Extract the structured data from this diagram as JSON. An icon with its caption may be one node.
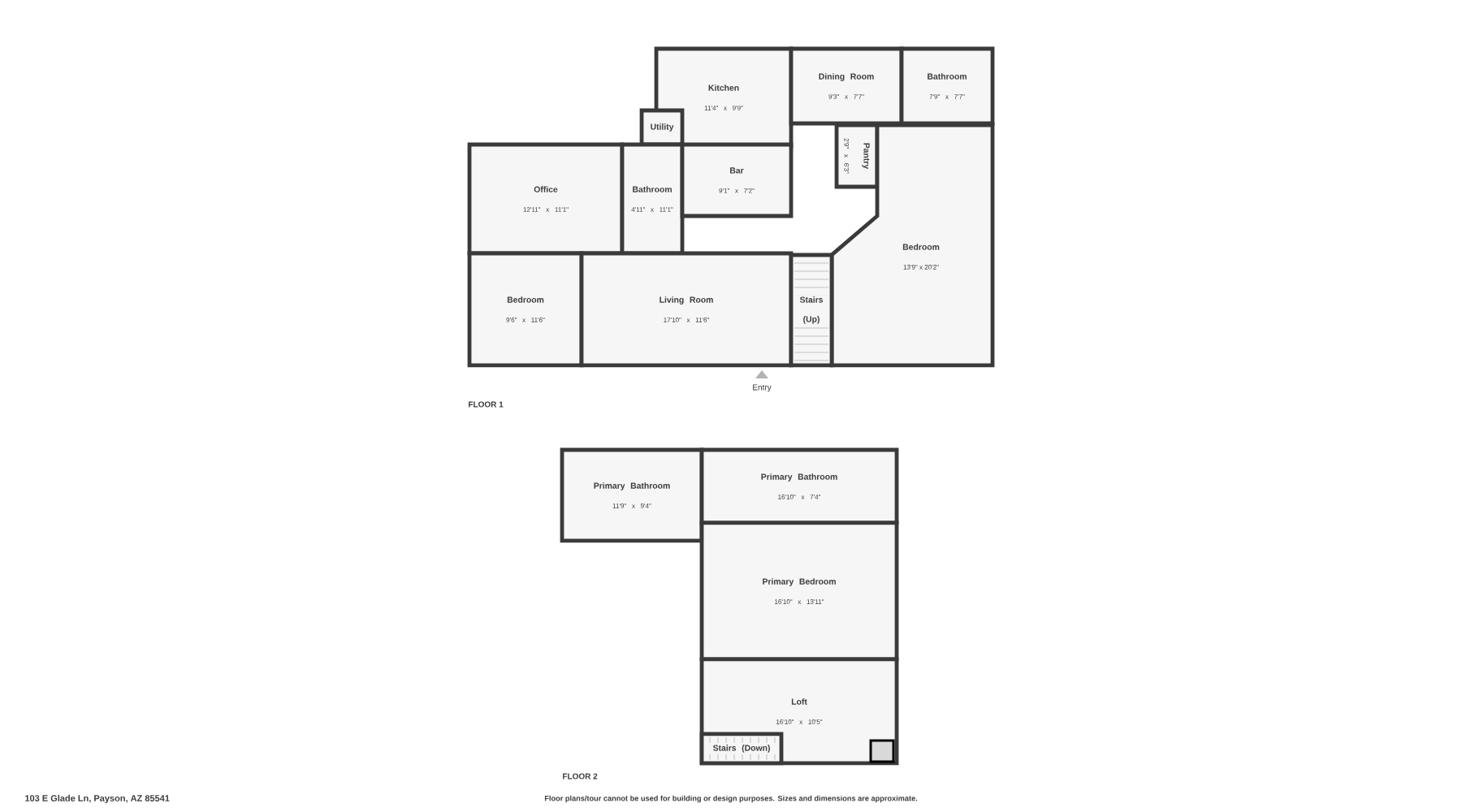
{
  "diagram": {
    "nodes": [
      {
        "text": [
          "Kitchen",
          "11'4\" x 9'9\""
        ]
      },
      {
        "text": [
          "Dining Room",
          "9'3\" x 7'7\""
        ]
      },
      {
        "text": [
          "Bathroom",
          "7'9\" x 7'7\""
        ]
      },
      {
        "text": [
          "Utility"
        ]
      },
      {
        "text": [
          "Pantry",
          "2'9\" x 6'3\""
        ]
      },
      {
        "text": [
          "Office",
          "12'11\" x 11'1\""
        ]
      },
      {
        "text": [
          "Bathroom",
          "4'11\" x 11'1\""
        ]
      },
      {
        "text": [
          "Bar",
          "9'1\" x 7'2\""
        ]
      },
      {
        "text": [
          "Bedroom",
          "13'9\" x 20'2\""
        ]
      },
      {
        "text": [
          "Bedroom",
          "9'6\" x 11'6\""
        ]
      },
      {
        "text": [
          "Living Room",
          "17'10\" x 11'6\""
        ]
      },
      {
        "text": [
          "Stairs (Up)"
        ]
      },
      {
        "text": [
          "Primary Bathroom",
          "11'9\" x 9'4\""
        ]
      },
      {
        "text": [
          "Primary Bathroom",
          "16'10\" x 7'4\""
        ]
      },
      {
        "text": [
          "Primary Bedroom",
          "16'10\" x 13'11\""
        ]
      },
      {
        "text": [
          "Loft",
          "16'10\" x 10'5\""
        ]
      },
      {
        "text": [
          "Stairs (Down)"
        ],
        "in": 15
      }
    ],
    "labels": [
      "Entry",
      "FLOOR 1",
      "FLOOR 2",
      "103 E Glade Ln, Payson, AZ 85541",
      "Floor plans/tour cannot be used for building or design purposes. Sizes and dimensions are approximate."
    ]
  }
}
